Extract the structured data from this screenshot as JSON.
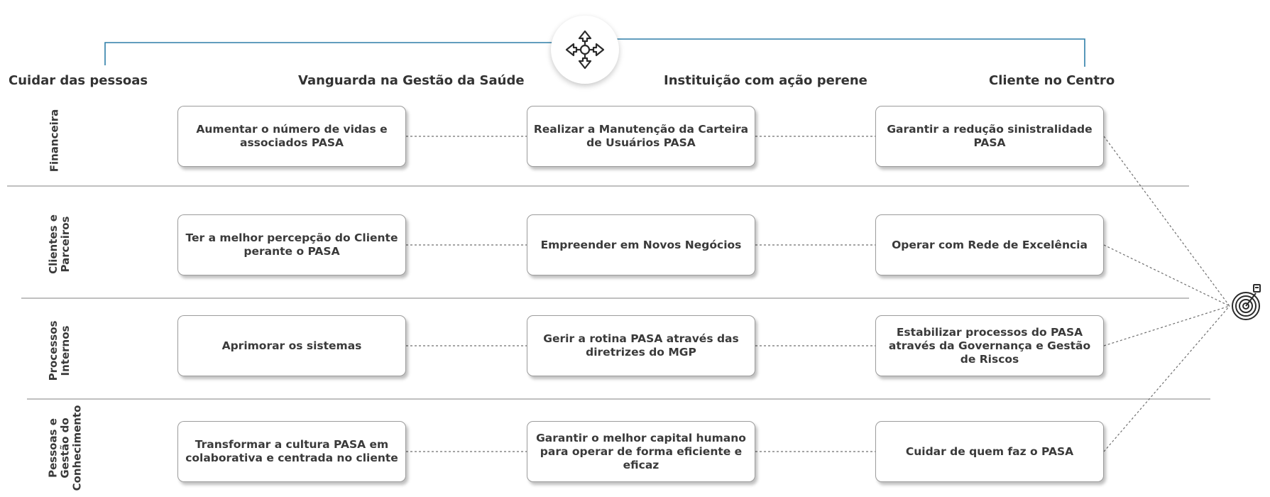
{
  "columns": [
    "Cuidar das pessoas",
    "Vanguarda na Gestão da Saúde",
    "Instituição com ação perene",
    "Cliente no Centro"
  ],
  "perspectives": [
    {
      "lines": [
        "Financeira"
      ]
    },
    {
      "lines": [
        "Clientes e",
        "Parceiros"
      ]
    },
    {
      "lines": [
        "Processos",
        "Internos"
      ]
    },
    {
      "lines": [
        "Pessoas e",
        "Gestão do",
        "Conhecimento"
      ]
    }
  ],
  "objectives": [
    [
      "Aumentar o número de vidas e associados PASA",
      "Realizar a Manutenção da Carteira de Usuários PASA",
      "Garantir a redução sinistralidade PASA"
    ],
    [
      "Ter a melhor percepção do Cliente perante o PASA",
      "Empreender em Novos Negócios",
      "Operar com Rede de Excelência"
    ],
    [
      "Aprimorar os sistemas",
      "Gerir a rotina PASA através das diretrizes do MGP",
      "Estabilizar processos do PASA através da Governança e Gestão de Riscos"
    ],
    [
      "Transformar a cultura PASA em colaborativa e centrada no cliente",
      "Garantir o melhor capital humano para operar de forma eficiente e eficaz",
      "Cuidar de quem faz o PASA"
    ]
  ],
  "icons": {
    "hub": "directional-arrows-icon",
    "target": "target-icon"
  },
  "colors": {
    "bracket_line": "#2e7fa8",
    "box_border": "#9c9c9c",
    "text": "#333333"
  }
}
